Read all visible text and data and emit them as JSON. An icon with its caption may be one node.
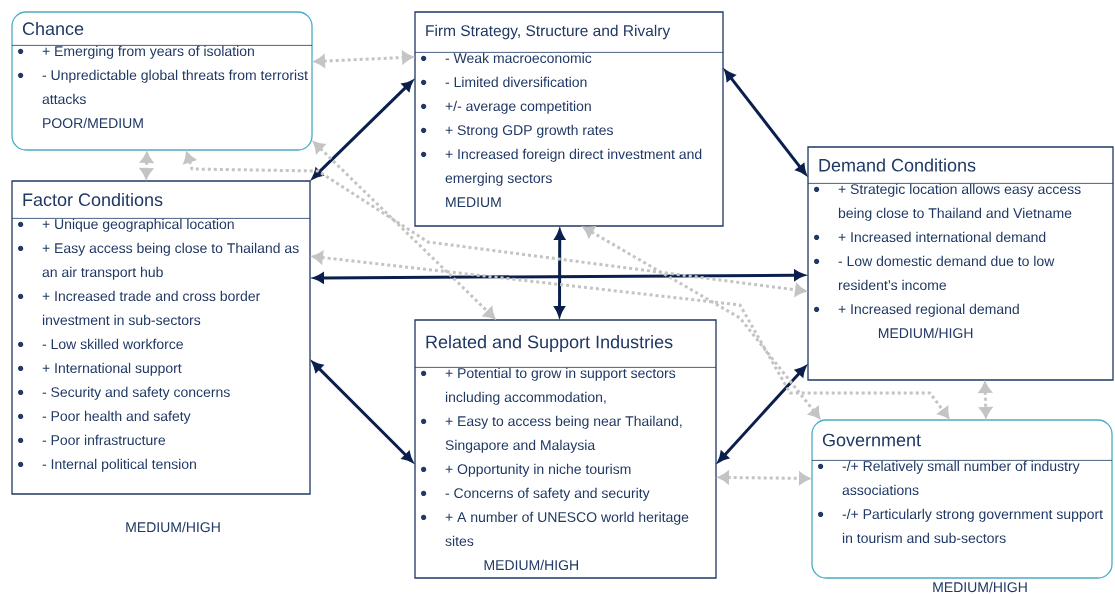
{
  "diagram": {
    "nodes": [
      {
        "text": [
          "Chance",
          "+ Emerging from years of isolation",
          "- Unpredictable global threats from terrorist attacks",
          "POOR/MEDIUM"
        ]
      },
      {
        "text": [
          "Firm Strategy, Structure and Rivalry",
          "- Weak macroeconomic",
          "- Limited diversification",
          "+/- average competition",
          "+ Strong GDP growth rates",
          "+ Increased foreign direct investment and emerging sectors",
          "MEDIUM"
        ]
      },
      {
        "text": [
          "Factor Conditions",
          "+ Unique geographical location",
          "+ Easy access being close to Thailand as an air transport hub",
          "+ Increased trade and cross border investment in sub-sectors",
          "- Low skilled workforce",
          "+ International support",
          "- Security and safety concerns",
          "- Poor health and safety",
          "- Poor infrastructure",
          "- Internal political tension"
        ],
        "beside": [
          "MEDIUM/HIGH"
        ]
      },
      {
        "text": [
          "Demand Conditions",
          "+ Strategic location allows easy access being close to Thailand and Vietname",
          "+ Increased international demand",
          "- Low domestic demand due to low resident’s income",
          "+ Increased regional demand",
          "MEDIUM/HIGH"
        ]
      },
      {
        "text": [
          "Related and Support Industries",
          "+ Potential to grow in support sectors including accommodation,",
          "+ Easy to access being near Thailand, Singapore and Malaysia",
          "+ Opportunity in niche tourism",
          "- Concerns of safety and security",
          "+ A number of UNESCO world heritage sites",
          "MEDIUM/HIGH"
        ]
      },
      {
        "text": [
          "Government",
          "-/+ Relatively small number of industry associations",
          "-/+ Particularly strong government support in tourism and sub-sectors"
        ],
        "beside": [
          "MEDIUM/HIGH"
        ]
      }
    ],
    "edges": [
      {
        "from": 1,
        "to": 2,
        "arrow": "both",
        "color": "#0b1f4d"
      },
      {
        "from": 1,
        "to": 3,
        "arrow": "both",
        "color": "#0b1f4d"
      },
      {
        "from": 1,
        "to": 4,
        "arrow": "both",
        "color": "#0b1f4d"
      },
      {
        "from": 2,
        "to": 3,
        "arrow": "both",
        "color": "#0b1f4d"
      },
      {
        "from": 2,
        "to": 4,
        "arrow": "both",
        "color": "#0b1f4d"
      },
      {
        "from": 4,
        "to": 3,
        "arrow": "both",
        "color": "#0b1f4d"
      },
      {
        "from": 0,
        "to": 1,
        "arrow": "both",
        "style": "dashed"
      },
      {
        "from": 0,
        "to": 2,
        "arrow": "both",
        "style": "dashed"
      },
      {
        "from": 0,
        "to": 3,
        "arrow": "both",
        "style": "dashed"
      },
      {
        "from": 0,
        "to": 4,
        "arrow": "both",
        "style": "dashed"
      },
      {
        "from": 2,
        "to": 5,
        "arrow": "both",
        "style": "dashed"
      },
      {
        "from": 1,
        "to": 5,
        "arrow": "both",
        "style": "dashed"
      },
      {
        "from": 4,
        "to": 5,
        "arrow": "both",
        "style": "dashed"
      },
      {
        "from": 3,
        "to": 5,
        "arrow": "both",
        "style": "dashed"
      }
    ]
  }
}
